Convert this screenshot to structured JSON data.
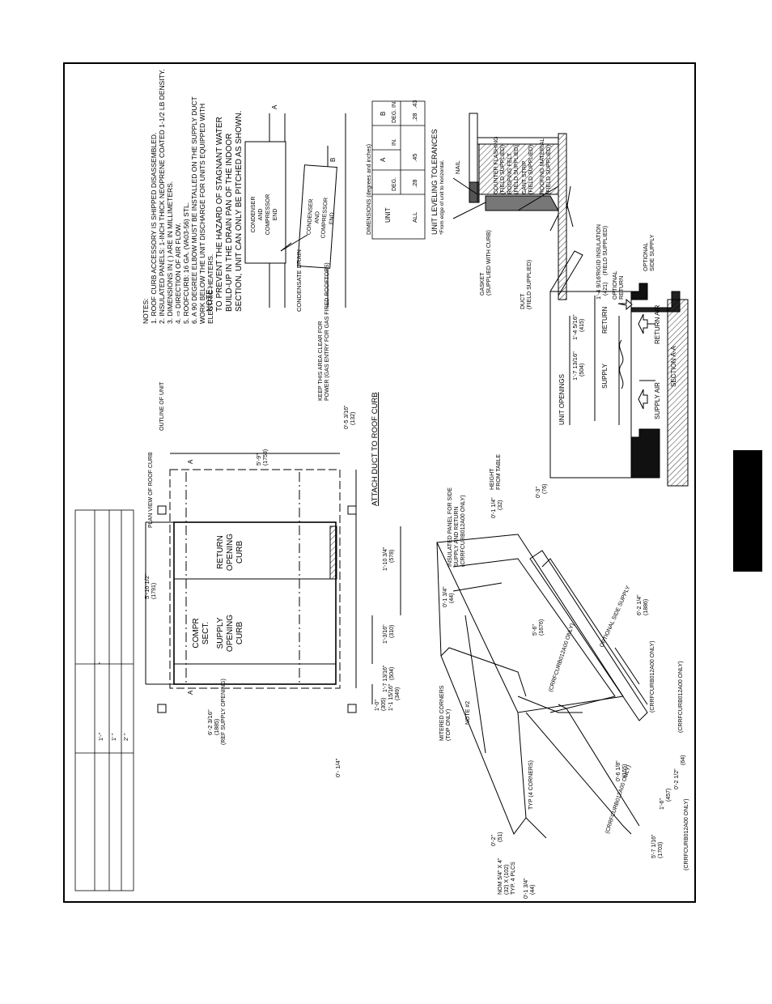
{
  "notes": {
    "heading": "NOTES:",
    "lines": [
      "1. ROOF CURB ACCESSORY IS SHIPPED DISASSEMBLED.",
      "2. INSULATED PANELS: 1-INCH THICK NEOPRENE COATED 1-1/2 LB DENSITY.",
      "3. DIMENSIONS IN ( ) ARE IN MILLIMETERS.",
      "4. ⇨ DIRECTION OF AIR FLOW.",
      "5. ROOFCURB: 16 GA. (VA03-56) STL.",
      "6. A 90 DEGREE ELBOW MUST BE INSTALLED ON THE SUPPLY DUCT",
      "WORK BELOW THE UNIT DISCHARGE FOR UNITS EQUIPPED WITH",
      "ELECTRIC HEATERS."
    ],
    "note2_heading": "NOTE:",
    "note2_lines": [
      "TO PREVENT THE HAZARD OF STAGNANT WATER",
      "BUILD-UP IN THE DRAIN PAN OF THE INDOOR",
      "SECTION, UNIT CAN ONLY BE PITCHED AS SHOWN."
    ]
  },
  "pitch": {
    "condenser_label_1": [
      "CONDENSER",
      "AND",
      "COMPRESSOR",
      "END"
    ],
    "condensate_drain": "CONDENSATE DRAIN",
    "label_a": "A",
    "label_b": "B"
  },
  "dimensions_table": {
    "title": "DIMENSIONS (degrees and inches)",
    "col_unit": "UNIT",
    "col_a": "A",
    "col_b": "B",
    "sub": [
      "DEG.",
      "IN.",
      "DEG.",
      "IN."
    ],
    "row": [
      "ALL",
      ".28",
      ".45",
      ".28",
      ".43"
    ]
  },
  "leveling": {
    "title": "UNIT LEVELING TOLERANCES",
    "subtitle": "*From edge of unit to horizontal."
  },
  "flashing": {
    "nail": "NAIL",
    "counter_flashing": [
      "COUNTER FLASHING",
      "(FIELD SUPPLIED)"
    ],
    "roofing_felt": [
      "ROOFING FELT",
      "(FIELD SUPPLIED)"
    ],
    "cant_strip": [
      "CANT STRIP",
      "(FIELD SUPPLIED)"
    ],
    "roofing_material": [
      "ROOFING MATERIAL",
      "(FIELD SUPPLIED)"
    ],
    "gasket": [
      "GASKET",
      "(SUPPLIED WITH CURB)"
    ],
    "duct": [
      "DUCT",
      "(FIELD SUPPLIED)"
    ],
    "rigid_insulation": [
      "RIGID INSULATION",
      "(FIELD SUPPLIED)"
    ]
  },
  "section": {
    "unit_openings": "UNIT OPENINGS",
    "dim1": "1'-7 13/16\"",
    "dim1_mm": "(504)",
    "dim2": "1'-4 5/16\"",
    "dim2_mm": "(415)",
    "dim3": "1'-4 9/16\"",
    "dim3_mm": "(421)",
    "supply": "SUPPLY",
    "return": "RETURN",
    "optional_return": [
      "OPTIONAL",
      "RETURN"
    ],
    "optional_side_supply": [
      "OPTIONAL",
      "SIDE SUPPLY"
    ],
    "supply_air": "SUPPLY AIR",
    "return_air": "RETURN AIR",
    "title": "SECTION A-A"
  },
  "plan": {
    "plan_view": "PLAN VIEW OF ROOF CURB",
    "outline": "OUTLINE OF UNIT",
    "compr": [
      "COMPR",
      "SECT."
    ],
    "supply_curb": [
      "SUPPLY",
      "OPENING",
      "CURB"
    ],
    "return_curb": [
      "RETURN",
      "OPENING",
      "CURB"
    ],
    "dim_top": "5'-10 1/2\"",
    "dim_top_mm": "(1791)",
    "dim_right": "5'-9\"",
    "dim_right_mm": "(1753)",
    "dim_left": "6'-2 3/16\"",
    "dim_left_mm": "(1885)",
    "ref_supply": "(REF SUPPLY OPENING)",
    "d1": "1'-0\"",
    "d1_mm": "(305)",
    "d2": "1'-1 15/16\"",
    "d2_mm": "(349)",
    "d3": "1'-7 13/16\"",
    "d3_mm": "(504)",
    "d4": "1'-3/16\"",
    "d4_mm": "(310)",
    "d5": "1'-10 3/4\"",
    "d5_mm": "(578)",
    "d6": "0'-5 3/16\"",
    "d6_mm": "(132)",
    "d7": "0'- 1/4\"",
    "section_a": "A",
    "keep_clear": [
      "KEEP THIS AREA CLEAR FOR",
      "POWER (GAS ENTRY FOR GAS FIRED ROOFTOPS)"
    ],
    "attach": "ATTACH DUCT TO ROOF CURB"
  },
  "iso": {
    "insulated_panel": [
      "INSULATED PANEL FOR SIDE",
      "SUPPLY AND RETURN",
      "(CRRFCURB012A00 ONLY)"
    ],
    "height": [
      "HEIGHT",
      "FROM TABLE"
    ],
    "d_114": "0'-1 1/4\"",
    "d_114_mm": "(32)",
    "d_3": "0'-3\"",
    "d_3_mm": "(76)",
    "d_134": "0'-1 3/4\"",
    "d_134_mm": "(44)",
    "mitered": [
      "MITERED CORNERS",
      "(TOP ONLY)"
    ],
    "note2": "NOTE #2",
    "d_56": "5'-6\"",
    "d_56_mm": "(1676)",
    "crrf1": "(CRRFCURB012A00 ONLY)",
    "opt_side": "OPTIONAL SIDE SUPPLY",
    "d_6214": "6'-2 1/4\"",
    "d_6214_mm": "(1886)",
    "crrf2": "(CRRFCURB012A00 ONLY)",
    "d_212": "0'-2 1/2\"",
    "d_212_mm": "(64)",
    "d_018": "0'-6 1/8\"",
    "d_018_mm": "(155)",
    "d_16": "1'-6\"",
    "d_16_mm": "(457)",
    "crrf3": "(CRRFCURB012A00 ONLY)",
    "crrf4": "(CRRFCURB012A00 ONLY)",
    "typ4": "TYP (4 CORNERS)",
    "d_02": "0'-2\"",
    "d_02_mm": "(51)",
    "nom": [
      "NOM 5/4\" X 4\"",
      "(32) X (102)",
      "TYP. 4 PLCS"
    ],
    "d_0134b": "0'-1 3/4\"",
    "d_0134b_mm": "(44)",
    "d_5716": "5'-7 1/16\"",
    "d_5716_mm": "(1703)"
  },
  "small_table": {
    "marks": [
      "1'-\"",
      "1' \"",
      "2' \"",
      "\""
    ]
  }
}
